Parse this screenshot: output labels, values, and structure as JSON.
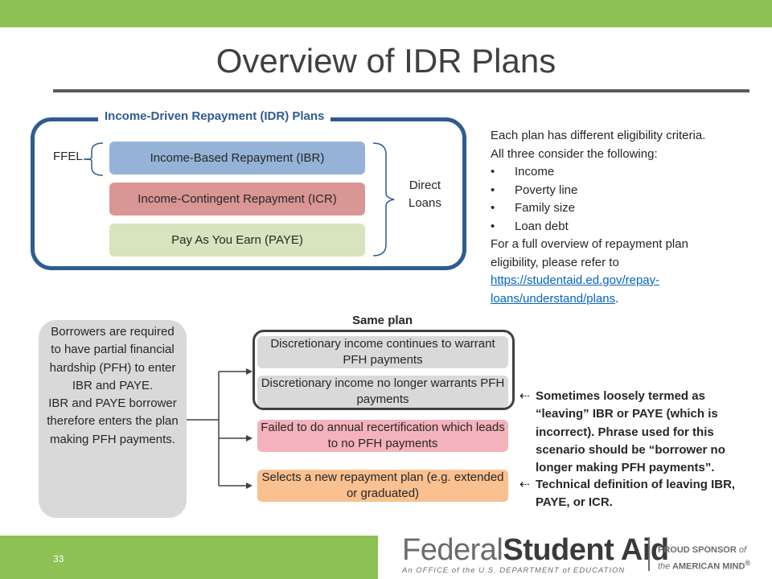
{
  "title": "Overview of IDR Plans",
  "idr": {
    "group_label": "Income-Driven Repayment (IDR) Plans",
    "plans": [
      {
        "label": "Income-Based Repayment (IBR)"
      },
      {
        "label": "Income-Contingent Repayment (ICR)"
      },
      {
        "label": "Pay As You Earn (PAYE)"
      }
    ],
    "ffel_label": "FFEL",
    "direct_line1": "Direct",
    "direct_line2": "Loans"
  },
  "criteria": {
    "intro1": "Each plan has different eligibility criteria.",
    "intro2": "All three consider the following:",
    "bullets": [
      "Income",
      "Poverty line",
      "Family size",
      "Loan debt"
    ],
    "footer_text": "For a full overview of repayment plan eligibility, please refer to",
    "link_text": "https://studentaid.ed.gov/repay-loans/understand/plans",
    "link_suffix": "."
  },
  "borrower": {
    "text1": "Borrowers are required to have partial financial hardship (PFH) to enter IBR and PAYE.",
    "text2": "IBR and PAYE borrower therefore enters the plan making PFH payments."
  },
  "same_plan_label": "Same plan",
  "outcomes": [
    {
      "label": "Discretionary income continues to warrant PFH payments"
    },
    {
      "label": "Discretionary income no longer warrants PFH payments"
    },
    {
      "label": "Failed to do annual recertification which leads to no PFH payments"
    },
    {
      "label": "Selects a new repayment plan (e.g. extended or graduated)"
    }
  ],
  "notes": {
    "arrow": "⇠",
    "note1": "Sometimes loosely termed as “leaving” IBR or PAYE (which is incorrect).  Phrase used for this scenario should be “borrower no longer making PFH payments”.",
    "note2": "Technical definition of leaving IBR, PAYE, or ICR."
  },
  "footer": {
    "page_number": "33",
    "fsa_light": "Federal",
    "fsa_bold": "Student Aid",
    "fsa_sub": "An OFFICE of the U.S. DEPARTMENT of EDUCATION",
    "sponsor_line1a": "PROUD SPONSOR",
    "sponsor_line1b": "of",
    "sponsor_line2a": "the",
    "sponsor_line2b": "AMERICAN MIND",
    "sponsor_mark": "®"
  },
  "colors": {
    "accent_green": "#8dc153",
    "frame_blue": "#2f5c8f",
    "ibr": "#95b3d7",
    "icr": "#d99694",
    "paye": "#d7e4bd",
    "outcome_grey": "#d9d9d9",
    "outcome_pink": "#f4b3bc",
    "outcome_orange": "#fac090",
    "link": "#0563c1"
  }
}
